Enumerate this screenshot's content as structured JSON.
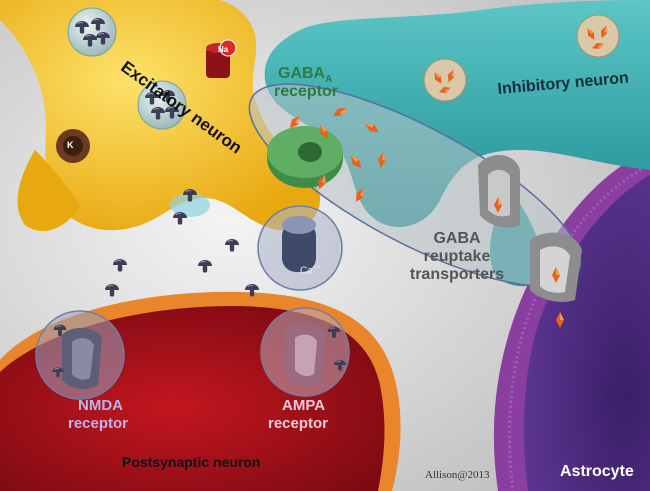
{
  "labels": {
    "excitatory_neuron": "Excitatory neuron",
    "inhibitory_neuron": "Inhibitory neuron",
    "gaba_a": "GABA",
    "gaba_a_subscript": "A",
    "gaba_a_receptor": "receptor",
    "gaba_reuptake_line1": "GABA",
    "gaba_reuptake_line2": "reuptake",
    "gaba_reuptake_line3": "transporters",
    "nmda": "NMDA",
    "nmda_receptor": "receptor",
    "ampa": "AMPA",
    "ampa_receptor": "receptor",
    "postsynaptic_neuron": "Postsynaptic neuron",
    "astrocyte": "Astrocyte",
    "credit": "Allison@2013",
    "calcium": "Ca",
    "calcium_charge": "++",
    "sodium": "Na",
    "potassium": "K"
  },
  "colors": {
    "excitatory": "#f7c21e",
    "inhibitory": "#34a9ae",
    "postsynaptic": "#a8121a",
    "postsynaptic_rim": "#e8822a",
    "astrocyte": "#4b2a78",
    "astrocyte_rim": "#8a3fa0",
    "gaba_a": "#4f9e56",
    "gaba_molecule": "#e86a1e",
    "glutamate": "#3a3a52"
  },
  "icons": [
    "glutamate-icon",
    "gaba-molecule-icon",
    "sodium-channel-icon",
    "potassium-channel-icon",
    "calcium-channel-icon"
  ]
}
